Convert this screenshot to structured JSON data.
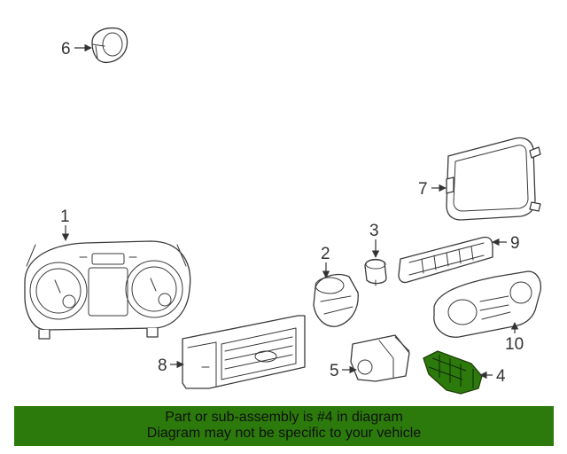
{
  "callouts": {
    "c1": "1",
    "c2": "2",
    "c3": "3",
    "c4": "4",
    "c5": "5",
    "c6": "6",
    "c7": "7",
    "c8": "8",
    "c9": "9",
    "c10": "10"
  },
  "highlighted_part": "4",
  "colors": {
    "highlight_fill": "#2b7a0b",
    "banner_background": "#2b7a0b",
    "line": "#3a3a3a"
  },
  "banner": {
    "line1": "Part or sub-assembly is #4 in diagram",
    "line2": "Diagram may not be specific to your vehicle"
  }
}
